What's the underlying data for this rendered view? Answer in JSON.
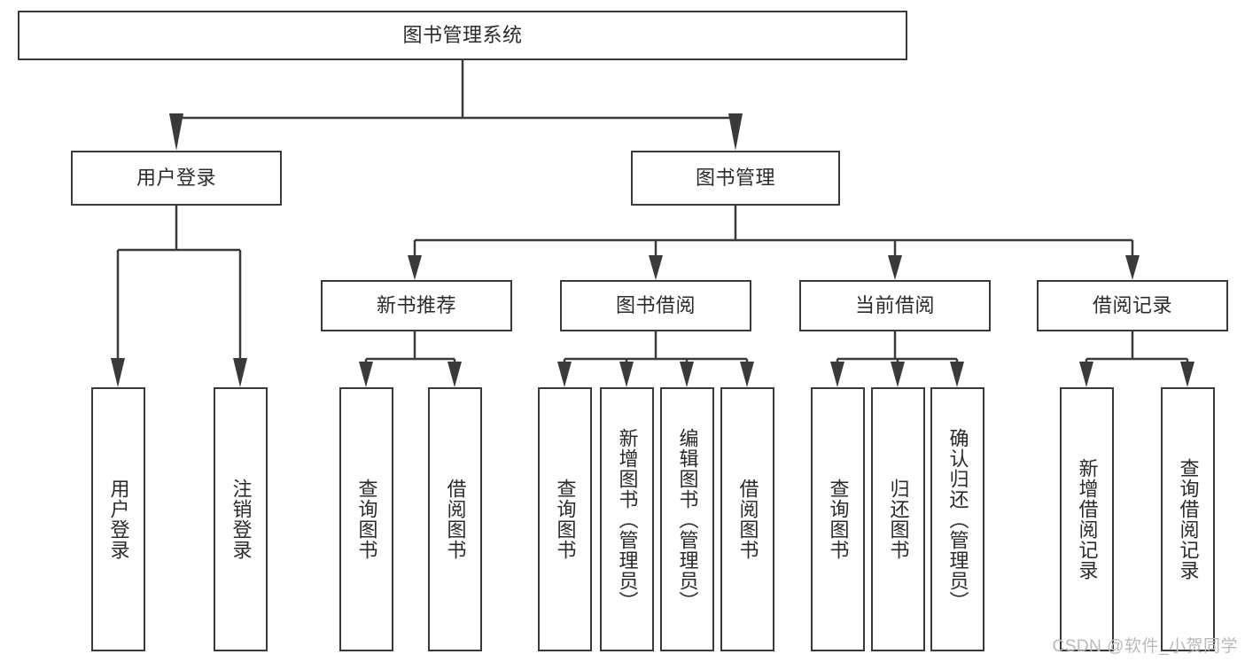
{
  "diagram": {
    "title": "图书管理系统",
    "type": "tree-hierarchy-diagram",
    "root": {
      "label": "图书管理系统"
    },
    "level2": [
      {
        "label": "用户登录"
      },
      {
        "label": "图书管理"
      }
    ],
    "level3": [
      {
        "label": "新书推荐"
      },
      {
        "label": "图书借阅"
      },
      {
        "label": "当前借阅"
      },
      {
        "label": "借阅记录"
      }
    ],
    "leaves": {
      "user_login": [
        {
          "label": "用户登录"
        },
        {
          "label": "注销登录"
        }
      ],
      "new_book_recommend": [
        {
          "label": "查询图书"
        },
        {
          "label": "借阅图书"
        }
      ],
      "book_borrow": [
        {
          "label": "查询图书"
        },
        {
          "label": "新增图书（管理员）"
        },
        {
          "label": "编辑图书（管理员）"
        },
        {
          "label": "借阅图书"
        }
      ],
      "current_borrow": [
        {
          "label": "查询图书"
        },
        {
          "label": "归还图书"
        },
        {
          "label": "确认归还（管理员）"
        }
      ],
      "borrow_record": [
        {
          "label": "新增借阅记录"
        },
        {
          "label": "查询借阅记录"
        }
      ]
    }
  },
  "watermark": {
    "text": "CSDN @软件_小贺同学"
  },
  "colors": {
    "border": "#3a3a3a",
    "text": "#2b2b2b",
    "background": "#ffffff",
    "watermark": "#b9b9b9"
  }
}
